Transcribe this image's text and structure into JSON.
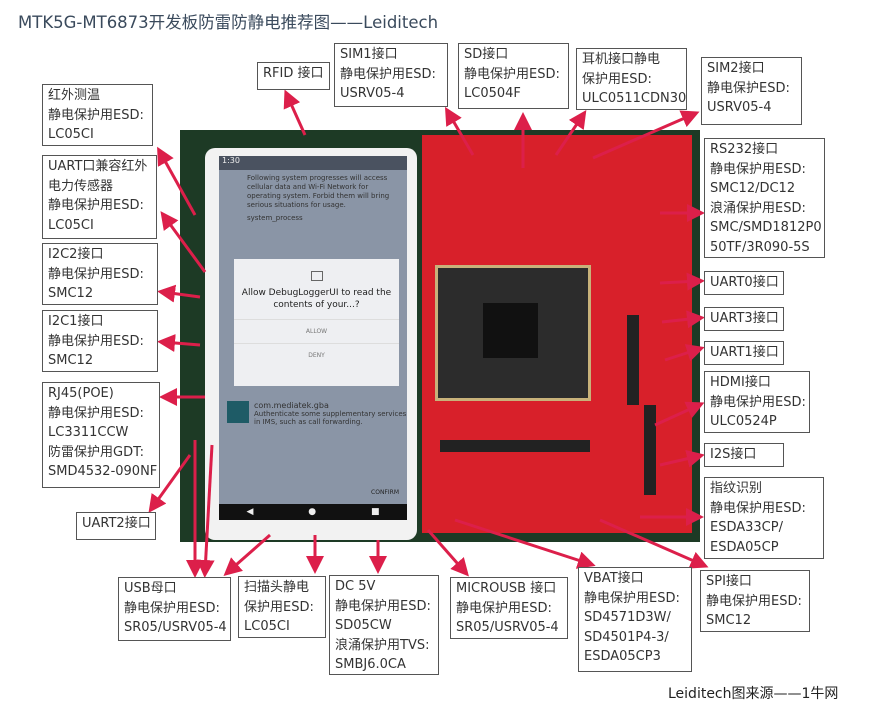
{
  "title": "MTK5G-MT6873开发板防雷防静电推荐图——Leiditech",
  "source": "Leiditech图来源——1牛网",
  "accent_color": "#dc1f4a",
  "phone": {
    "time": "1:30",
    "bg_text": "Following system progresses will access cellular data and Wi-Fi Network for operating system. Forbid them will bring serious situations for usage.",
    "process": "system_process",
    "dialog_message": "Allow DebugLoggerUI to read the contents of your...?",
    "allow": "ALLOW",
    "deny": "DENY",
    "app_name": "com.mediatek.gba",
    "app_desc": "Authenticate some supplementary services in IMS, such as call forwarding.",
    "confirm": "CONFIRM",
    "nav": [
      "◀",
      "●",
      "■"
    ]
  },
  "callouts": {
    "rfid": [
      "RFID 接口"
    ],
    "sim1": [
      "SIM1接口",
      "静电保护用ESD:",
      "USRV05-4"
    ],
    "sd": [
      "SD接口",
      "静电保护用ESD:",
      "LC0504F"
    ],
    "earphone": [
      "耳机接口静电",
      "保护用ESD:",
      "ULC0511CDN30"
    ],
    "sim2": [
      "SIM2接口",
      "静电保护ESD:",
      "USRV05-4"
    ],
    "rs232": [
      "RS232接口",
      "静电保护用ESD:",
      "SMC12/DC12",
      "浪涌保护用ESD:",
      "SMC/SMD1812P0",
      "50TF/3R090-5S"
    ],
    "infrared": [
      "红外测温",
      "静电保护用ESD:",
      "LC05CI"
    ],
    "uart_ir": [
      "UART口兼容红外",
      "电力传感器",
      "静电保护用ESD:",
      "LC05CI"
    ],
    "i2c2": [
      "I2C2接口",
      "静电保护用ESD:",
      "SMC12"
    ],
    "i2c1": [
      "I2C1接口",
      "静电保护用ESD:",
      "SMC12"
    ],
    "rj45": [
      "RJ45(POE)",
      "静电保护用ESD:",
      "LC3311CCW",
      "防雷保护用GDT:",
      "SMD4532-090NF"
    ],
    "uart2": [
      "UART2接口"
    ],
    "uart0": [
      "UART0接口"
    ],
    "uart3": [
      "UART3接口"
    ],
    "uart1": [
      "UART1接口"
    ],
    "hdmi": [
      "HDMI接口",
      "静电保护用ESD:",
      "ULC0524P"
    ],
    "i2s": [
      "I2S接口"
    ],
    "fingerprint": [
      "指纹识别",
      "静电保护用ESD:",
      "ESDA33CP/",
      "ESDA05CP"
    ],
    "usb": [
      "USB母口",
      "静电保护用ESD:",
      "SR05/USRV05-4"
    ],
    "scanner": [
      "扫描头静电",
      "保护用ESD:",
      "LC05CI"
    ],
    "dc5v": [
      "DC 5V",
      "静电保护用ESD:",
      "SD05CW",
      "浪涌保护用TVS:",
      "SMBJ6.0CA"
    ],
    "microusb": [
      "MICROUSB 接口",
      "静电保护用ESD:",
      "SR05/USRV05-4"
    ],
    "vbat": [
      "VBAT接口",
      "静电保护用ESD:",
      "SD4571D3W/",
      "SD4501P4-3/",
      "ESDA05CP3"
    ],
    "spi": [
      "SPI接口",
      "静电保护用ESD:",
      "SMC12"
    ]
  }
}
